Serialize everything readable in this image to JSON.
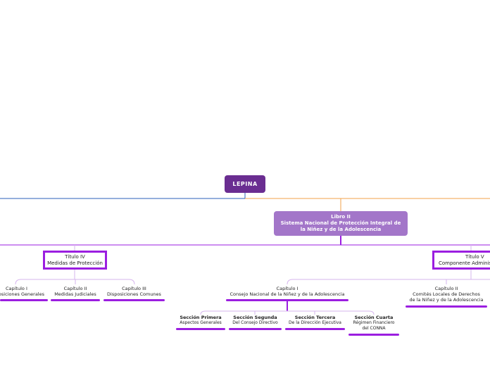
{
  "root": {
    "label": "LEPINA"
  },
  "book": {
    "line1": "Libro II",
    "line2": "Sistema Nacional de Protección Integral de",
    "line3": "la Niñez y de la Adolescencia"
  },
  "titulo_iv": {
    "line1": "Título IV",
    "line2": "Medidas de Protección"
  },
  "titulo_v": {
    "line1": "Título V",
    "line2": "Componente Adminis"
  },
  "t4_chapters": [
    {
      "line1": "Capítulo I",
      "line2": "Disposiciones Generales"
    },
    {
      "line1": "Capítulo II",
      "line2": "Medidas Judiciales"
    },
    {
      "line1": "Capítulo III",
      "line2": "Disposiciones Comunes"
    }
  ],
  "t5_chapters": [
    {
      "line1": "Capítulo I",
      "line2": "Consejo Nacional de la Niñez y de la Adolescencia"
    },
    {
      "line1": "Capítulo II",
      "line2": "Comités Locales de Derechos",
      "line3": "de la Niñez y de la Adolescencia"
    }
  ],
  "sections": [
    {
      "title": "Sección Primera",
      "sub": "Aspectos Generales"
    },
    {
      "title": "Sección Segunda",
      "sub": "Del Consejo Directivo"
    },
    {
      "title": "Sección Tercera",
      "sub": "De la Dirección Ejecutiva"
    },
    {
      "title": "Sección Cuarta",
      "sub": "Régimen Financiero",
      "sub2": "del CONNA"
    }
  ],
  "colors": {
    "root": "#6a2d91",
    "book": "#a376c9",
    "accent": "#9b1ee0",
    "branch_left": "#2b5fb8",
    "branch_right": "#f0a24a",
    "connector_light": "#d6b4ee"
  }
}
